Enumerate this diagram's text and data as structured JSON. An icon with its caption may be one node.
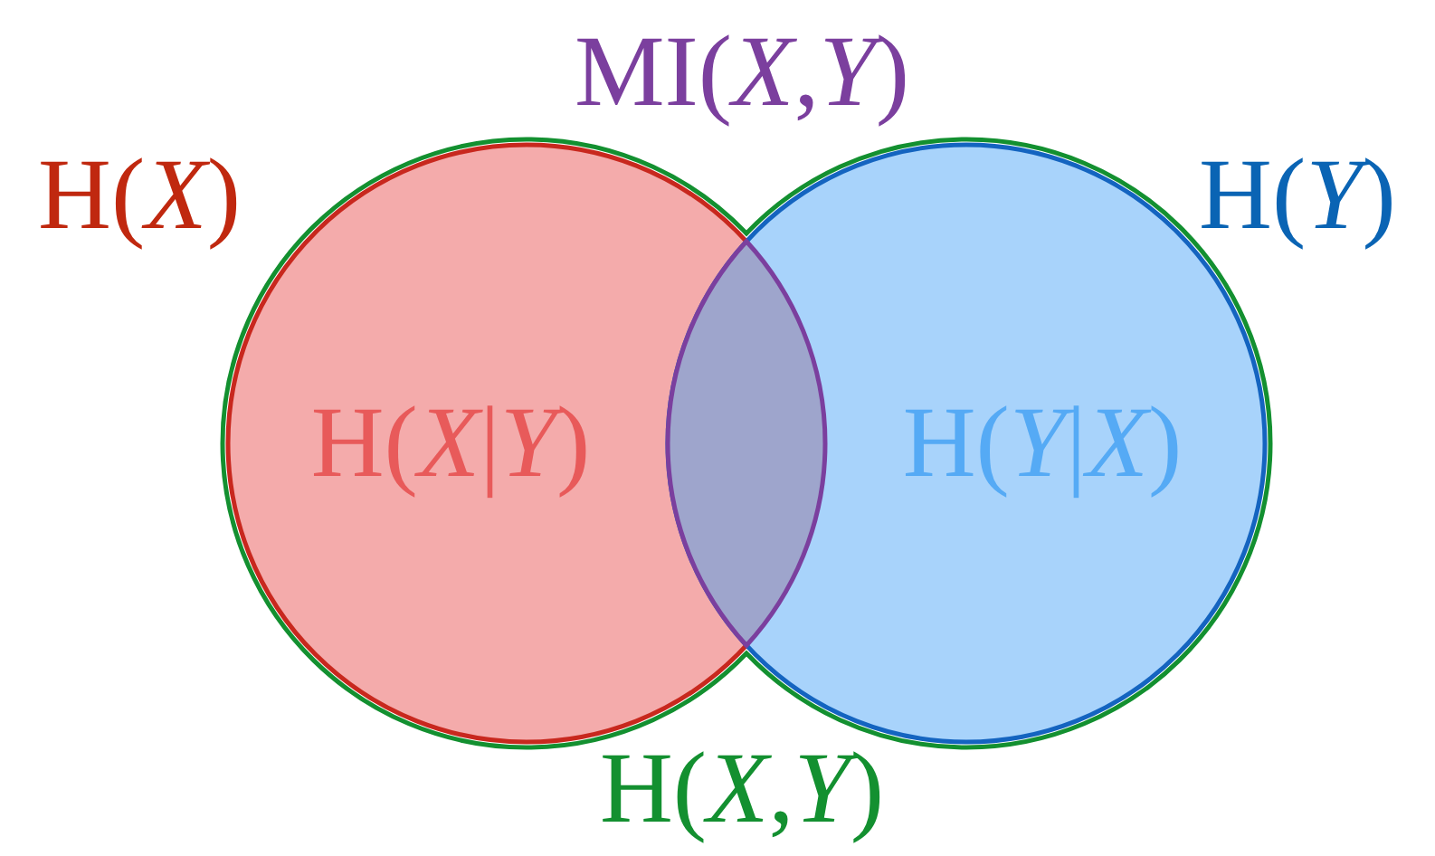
{
  "diagram": {
    "nodes": [
      {
        "text": [
          "H(*X*,*Y*)"
        ]
      },
      {
        "text": [
          "H(*X*)",
          "H(*X*|*Y*)"
        ],
        "in": 0
      },
      {
        "text": [
          "H(*Y*)",
          "H(*Y*|*X*)"
        ],
        "in": 0
      },
      {
        "text": [
          "MI(*X*,*Y*)"
        ]
      }
    ]
  }
}
